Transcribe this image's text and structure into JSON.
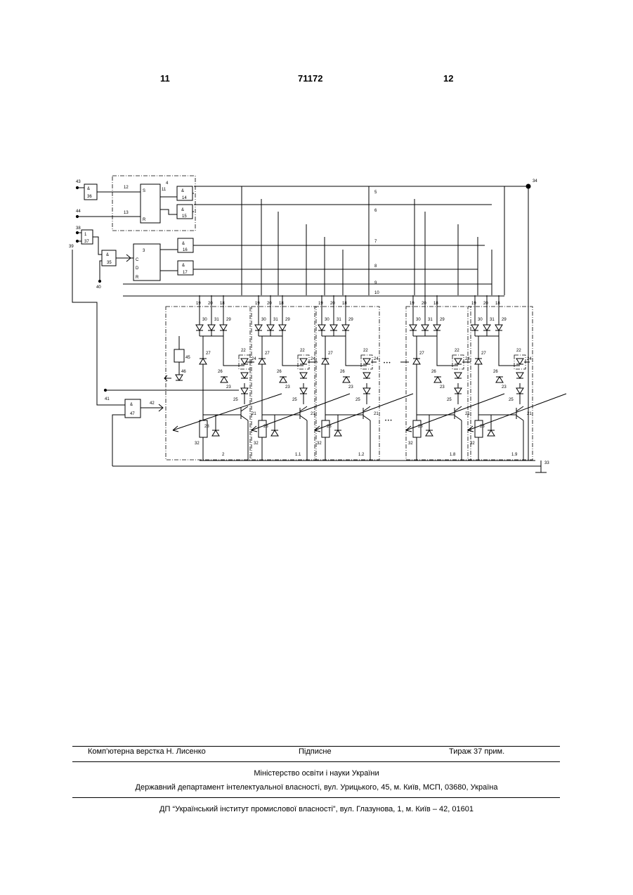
{
  "header": {
    "page_left": "11",
    "patent_number": "71172",
    "page_right": "12"
  },
  "diagram": {
    "block_labels": [
      "36",
      "11",
      "4",
      "14",
      "15",
      "37",
      "35",
      "3",
      "16",
      "17",
      "45",
      "46",
      "47"
    ],
    "pin_labels": {
      "s": "S",
      "r": "R",
      "c": "C",
      "d": "D",
      "and": "&",
      "one": "1"
    },
    "terminal_labels": [
      "43",
      "44",
      "38",
      "39",
      "40",
      "41",
      "42",
      "12",
      "13",
      "34",
      "33"
    ],
    "bus_labels": [
      "5",
      "6",
      "7",
      "8",
      "9",
      "10"
    ],
    "cell_labels": [
      "2",
      "1.1",
      "1.2",
      "1.8",
      "1.9"
    ],
    "element_labels": {
      "a": "19",
      "b": "20",
      "c": "18",
      "d": "30",
      "e": "31",
      "f": "29",
      "g": "22",
      "h": "24",
      "i": "27",
      "j": "26",
      "k": "23",
      "l": "25",
      "m": "21",
      "n": "28",
      "o": "32"
    }
  },
  "footer": {
    "typesetting": "Комп’ютерна верстка Н. Лисенко",
    "signed": "Підписне",
    "circulation": "Тираж 37 прим.",
    "ministry": "Міністерство освіти і науки України",
    "department": "Державний департамент інтелектуальної власності, вул. Урицького, 45, м. Київ, МСП, 03680, Україна",
    "publisher": "ДП “Український інститут промислової власності”, вул. Глазунова, 1, м. Київ – 42, 01601"
  }
}
